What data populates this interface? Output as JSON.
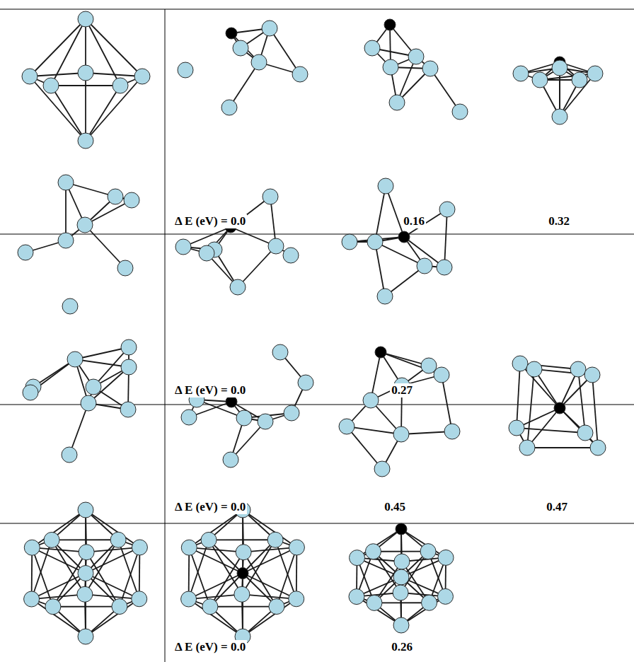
{
  "diagram": {
    "labels": [
      "Δ E (eV) = 0.0",
      "0.16",
      "0.32",
      "Δ E (eV) = 0.0",
      "0.27",
      "Δ E (eV) = 0.0",
      "0.45",
      "0.47",
      "Δ E (eV) = 0.0",
      "0.26"
    ]
  }
}
